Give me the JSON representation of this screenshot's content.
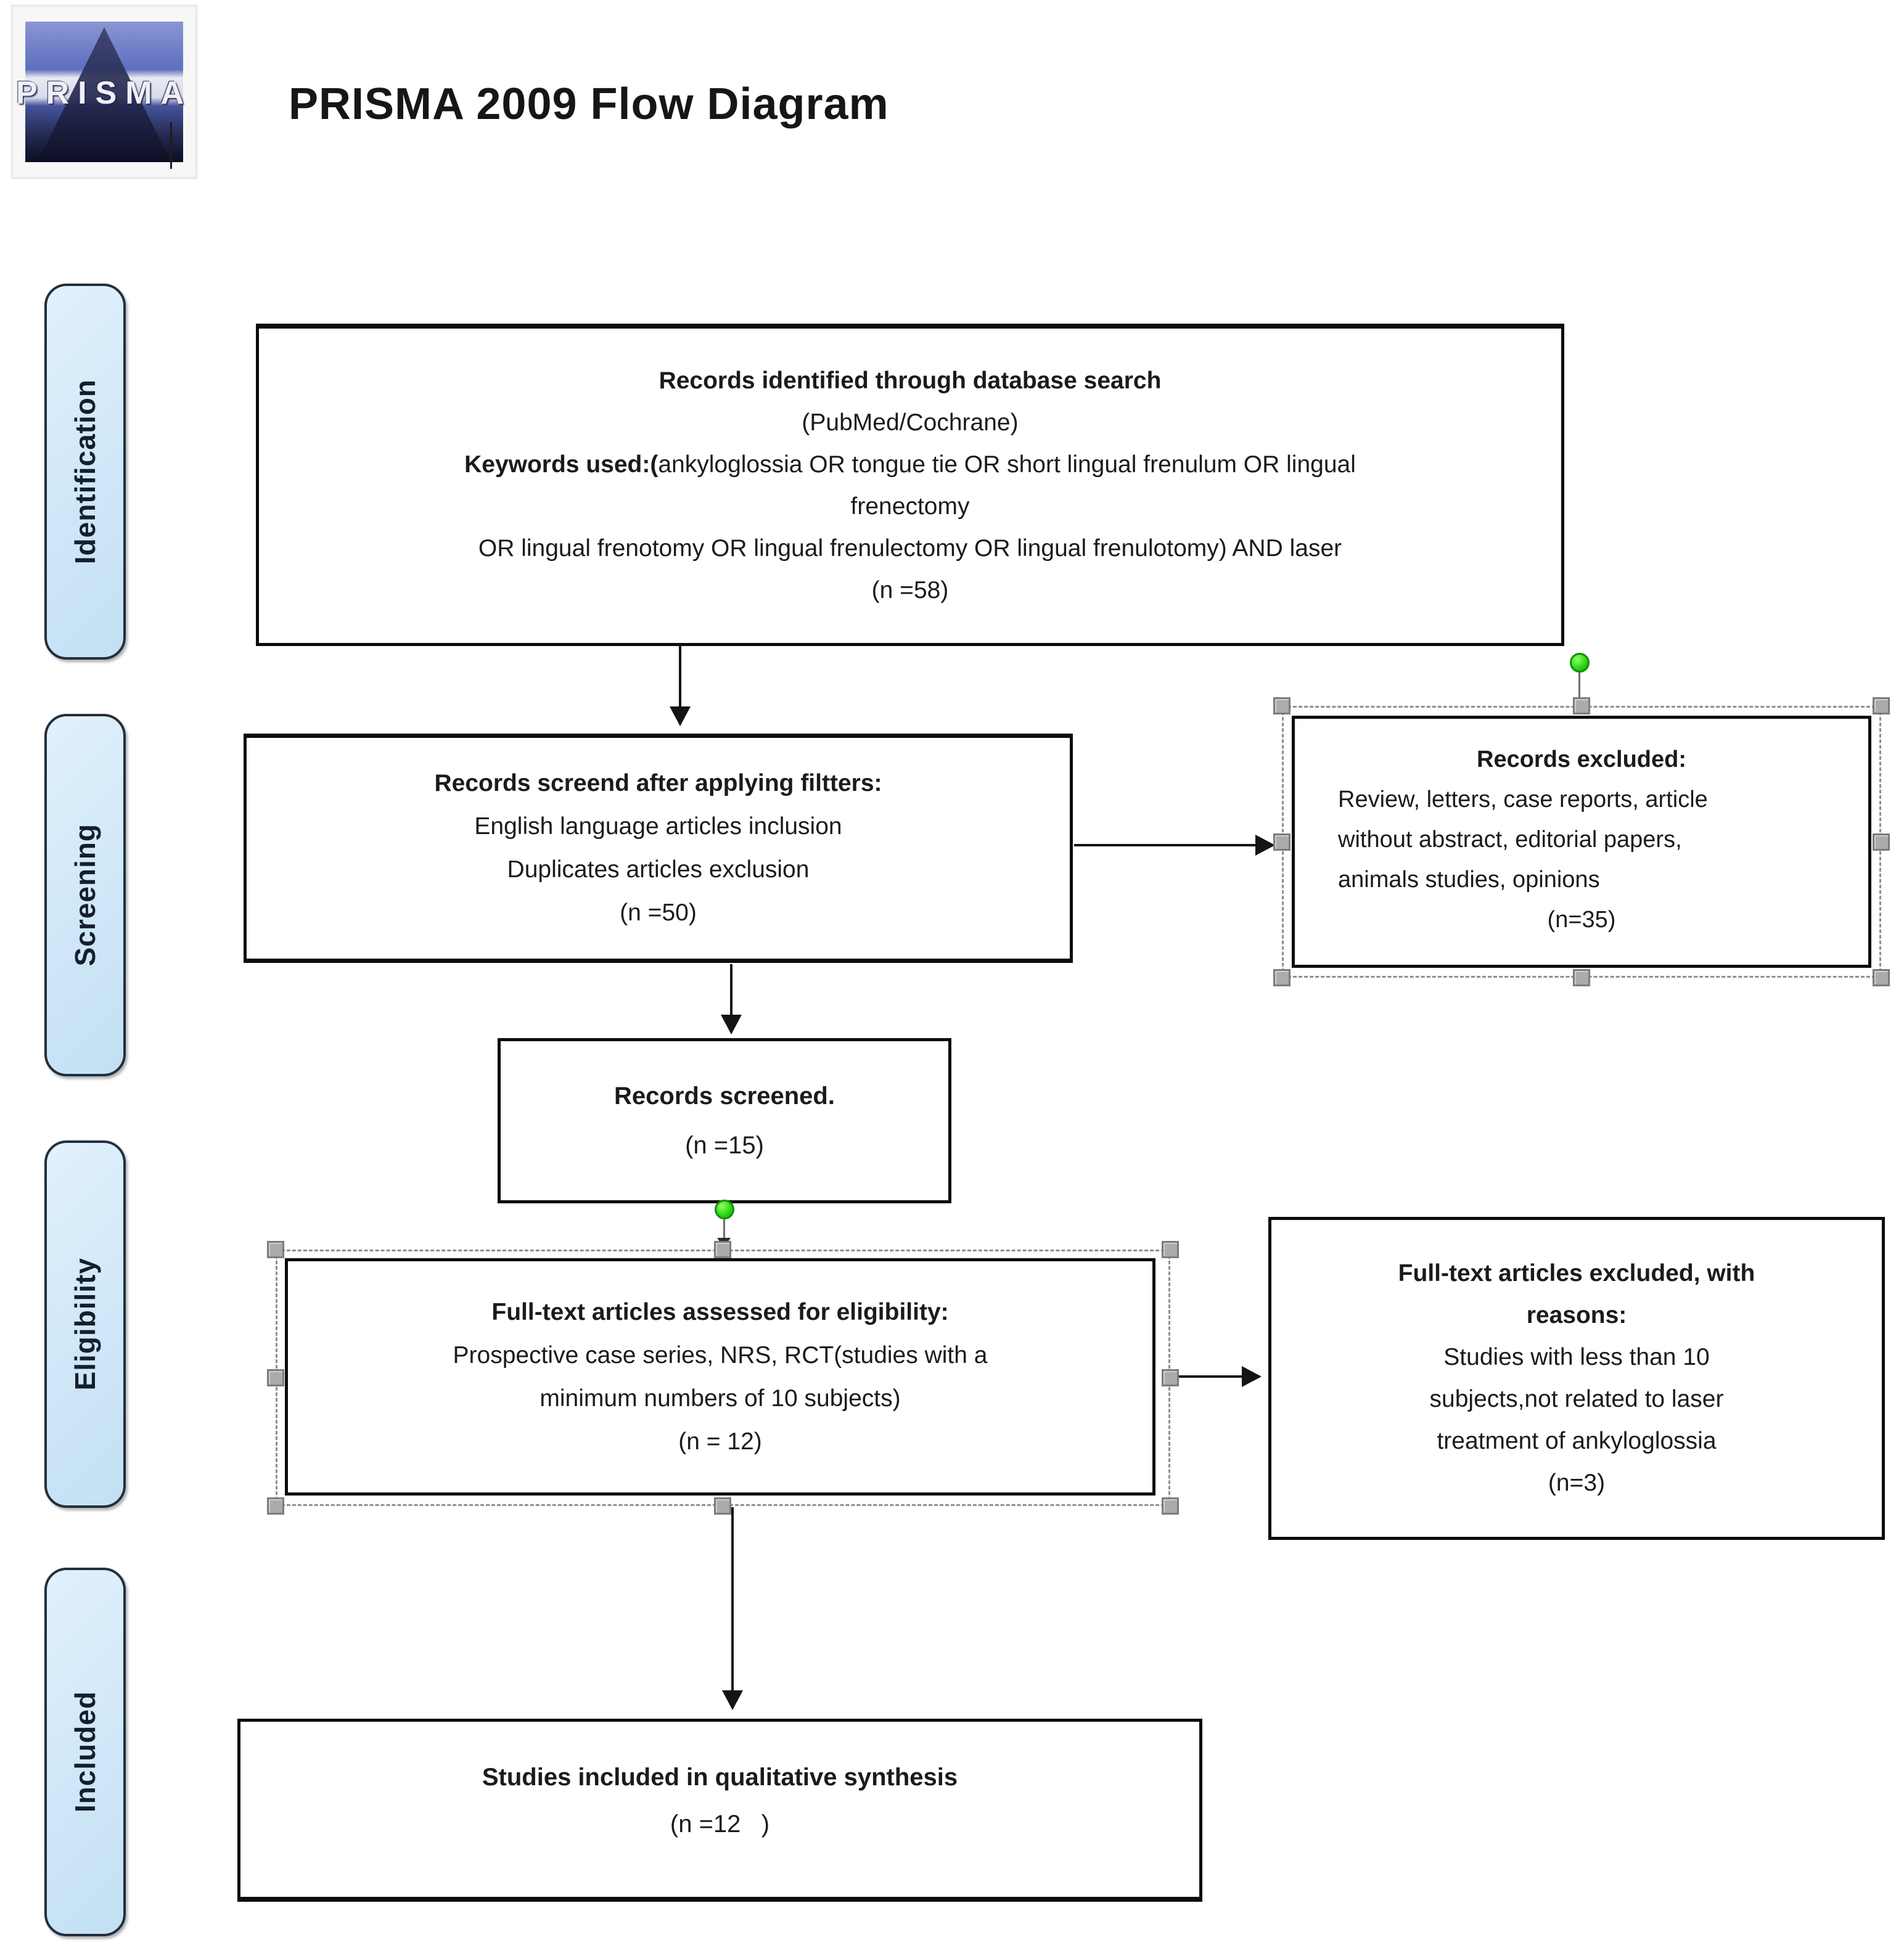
{
  "header": {
    "title": "PRISMA 2009 Flow Diagram",
    "logo_text": "PRISMA"
  },
  "sidebar": {
    "labels": [
      "Identification",
      "Screening",
      "Eligibility",
      "Included"
    ]
  },
  "boxes": {
    "identified": {
      "l1": "Records identified through database search",
      "l2": "(PubMed/Cochrane)",
      "l3_bold": "Keywords used:(",
      "l3_rest": "ankyloglossia OR tongue tie OR short lingual frenulum OR lingual",
      "l4": "frenectomy",
      "l5": "OR lingual frenotomy OR lingual frenulectomy OR lingual frenulotomy) AND laser",
      "l6": "(n =58)"
    },
    "screened_filters": {
      "l1": "Records screend after applying filtters:",
      "l2": "English language articles inclusion",
      "l3": "Duplicates articles exclusion",
      "l4": "(n =50)"
    },
    "records_excluded": {
      "l1": "Records excluded:",
      "l2": "Review, letters, case reports, article",
      "l3": "without abstract, editorial papers,",
      "l4": "animals studies, opinions",
      "l5": "(n=35)"
    },
    "records_screened": {
      "l1": "Records screened.",
      "l2": "(n =15)"
    },
    "fulltext_assessed": {
      "l1": "Full-text articles assessed for eligibility:",
      "l2": "Prospective case series, NRS, RCT(studies with a",
      "l3": "minimum numbers of 10 subjects)",
      "l4": "(n = 12)"
    },
    "fulltext_excluded": {
      "l1": "Full-text articles excluded, with",
      "l2": "reasons:",
      "l3": "Studies with less than 10",
      "l4": "subjects,not related to laser",
      "l5": "treatment of ankyloglossia",
      "l6": "(n=3)"
    },
    "included_synthesis": {
      "l1": "Studies included in qualitative synthesis",
      "l2": "(n =12   )"
    }
  },
  "colors": {
    "stage_fill": "#cfe7f8",
    "stage_border": "#232f3a",
    "box_border": "#0c0c0c",
    "connector": "#141414",
    "selection_dash": "#8f8f8f",
    "selection_handle": "#ababab",
    "rotation_handle_green": "#2bd213"
  }
}
